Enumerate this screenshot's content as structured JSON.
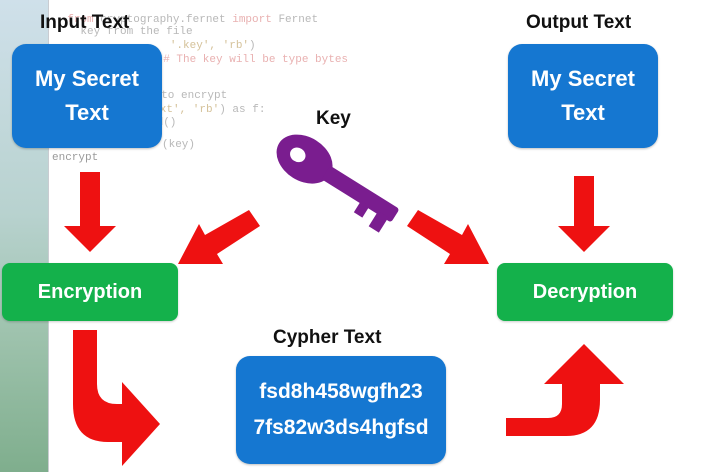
{
  "labels": {
    "input": "Input Text",
    "output": "Output Text",
    "key": "Key",
    "cypher": "Cypher Text"
  },
  "boxes": {
    "input_line1": "My Secret",
    "input_line2": "Text",
    "output_line1": "My Secret",
    "output_line2": "Text",
    "encryption": "Encryption",
    "decryption": "Decryption",
    "cypher_line1": "fsd8h458wgfh23",
    "cypher_line2": "7fs82w3ds4hgfsd"
  },
  "code_fragments": {
    "l1_kw1": "from",
    "l1_mid": " cryptography.fernet ",
    "l1_kw2": "import",
    "l1_end": " Fernet",
    "l2": "    key from the file",
    "l3a": "   ",
    "l3s": "'.key', 'rb'",
    "l3b": ")",
    "l4a": ") ",
    "l4b": "# The key will be type bytes",
    "l5": "  to encrypt",
    "l6a": "  ",
    "l6s": "txt', 'rb'",
    "l6b": ") as f:",
    "l7": " d()",
    "l8": "(key)",
    "l9": "encrypt"
  },
  "colors": {
    "blue": "#1577d1",
    "green": "#14b14b",
    "red_arrow": "#ee1111",
    "key_purple": "#7a1d8f"
  },
  "icons": {
    "key": "key-icon"
  }
}
